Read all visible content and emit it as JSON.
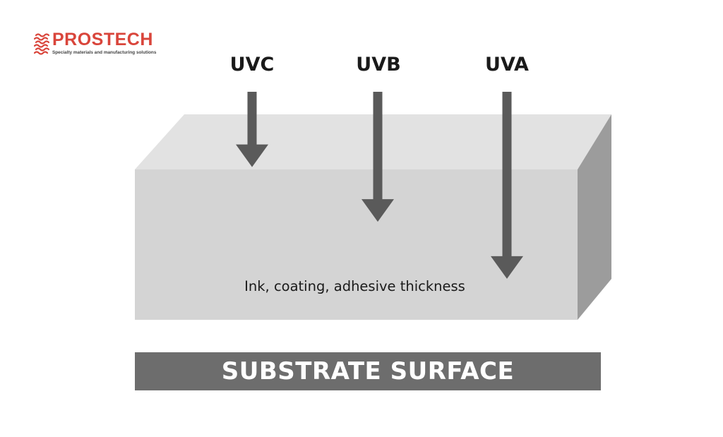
{
  "logo": {
    "name": "PROSTECH",
    "tagline": "Specialty materials and manufacturing solutions",
    "icon": "stacked-waves-icon",
    "color": "#d9453b"
  },
  "radiation": [
    {
      "label": "UVC",
      "relative_penetration": 0.33
    },
    {
      "label": "UVB",
      "relative_penetration": 0.57
    },
    {
      "label": "UVA",
      "relative_penetration": 0.82
    }
  ],
  "layer": {
    "label": "Ink, coating, adhesive thickness"
  },
  "substrate": {
    "label": "SUBSTRATE SURFACE"
  },
  "colors": {
    "arrow": "#5a5a5a",
    "block_front": "#d4d4d4",
    "block_top": "#e2e2e2",
    "block_side": "#9c9c9c",
    "substrate_bar": "#6d6d6d",
    "substrate_text": "#ffffff",
    "text": "#1a1a1a"
  }
}
